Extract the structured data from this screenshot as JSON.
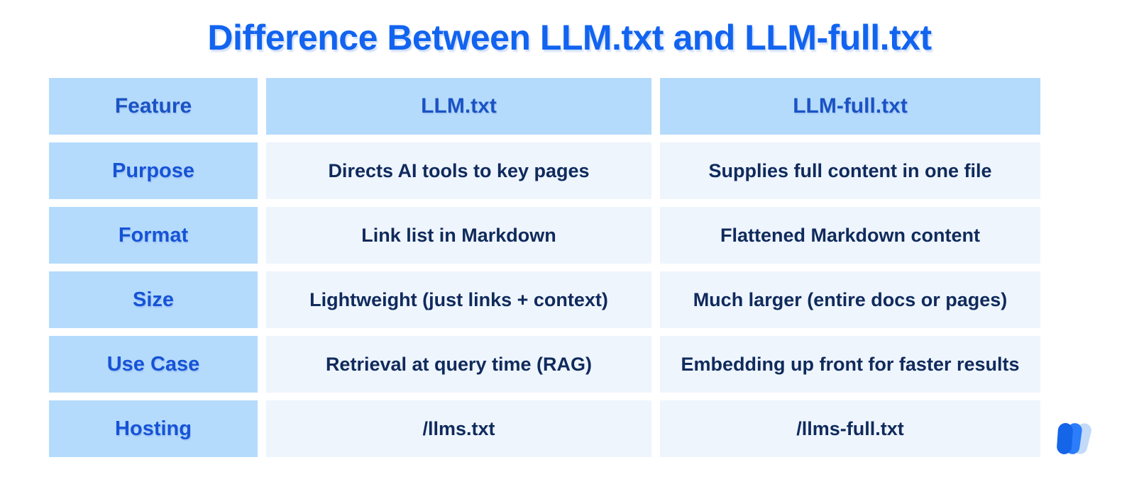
{
  "title": "Difference Between LLM.txt and LLM-full.txt",
  "table": {
    "columns": [
      "Feature",
      "LLM.txt",
      "LLM-full.txt"
    ],
    "rows": [
      {
        "feature": "Purpose",
        "llm_txt": "Directs AI tools to key pages",
        "llm_full_txt": "Supplies full content in one file"
      },
      {
        "feature": "Format",
        "llm_txt": "Link list in Markdown",
        "llm_full_txt": "Flattened Markdown content"
      },
      {
        "feature": "Size",
        "llm_txt": "Lightweight (just links + context)",
        "llm_full_txt": "Much larger (entire docs or pages)"
      },
      {
        "feature": "Use Case",
        "llm_txt": "Retrieval at query time (RAG)",
        "llm_full_txt": "Embedding up front for faster results"
      },
      {
        "feature": "Hosting",
        "llm_txt": "/llms.txt",
        "llm_full_txt": "/llms-full.txt"
      }
    ]
  },
  "logo": {
    "name": "brand-logo",
    "colors": [
      "#1565e8",
      "#2b7dfb",
      "#c2daf8"
    ]
  },
  "colors": {
    "title": "#1264f0",
    "header_bg": "#b5dbfc",
    "header_text": "#1b53c4",
    "label_bg": "#b5dbfc",
    "label_text": "#1653d6",
    "value_bg": "#eef5fd",
    "value_text": "#102a5c",
    "page_bg": "#ffffff"
  }
}
